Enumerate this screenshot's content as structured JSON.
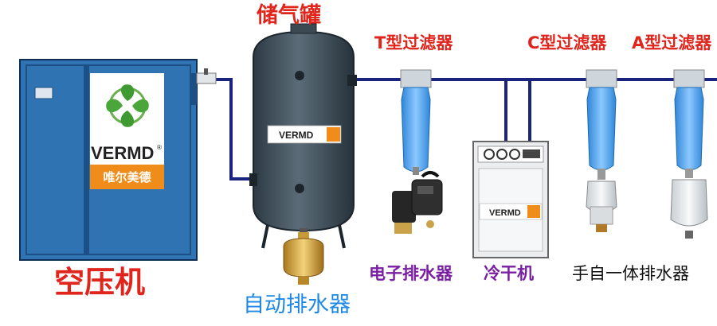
{
  "labels": {
    "air_tank": "储气罐",
    "t_filter": "T型过滤器",
    "c_filter": "C型过滤器",
    "a_filter": "A型过滤器",
    "compressor": "空压机",
    "electronic_drain": "电子排水器",
    "dryer": "冷干机",
    "manual_auto_drain": "手自一体排水器",
    "auto_drain": "自动排水器"
  },
  "brand": {
    "name": "VERMD",
    "registered_mark": "®",
    "chinese_name": "唯尔美德"
  },
  "colors": {
    "label_red": "#e0251d",
    "label_purple": "#7b1fa2",
    "label_blue": "#1e88e5",
    "label_black": "#111111",
    "pipe": "#1a237e",
    "compressor_body": "#2f73b3",
    "tank_body": "#4a5a66",
    "filter_body": "#5aa9f0",
    "brand_orange": "#f08c1a"
  },
  "icons": {
    "logo": "pinwheel-logo-icon"
  }
}
